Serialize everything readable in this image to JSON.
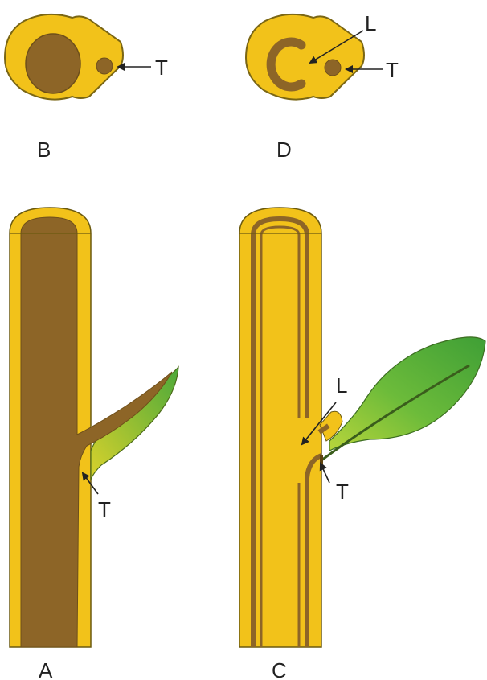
{
  "colors": {
    "stem_yellow": "#f2c21a",
    "outline": "#6b5a10",
    "vascular_brown": "#8c6526",
    "leaf_green": "#45a838",
    "leaf_green_light": "#b7d43a",
    "background": "#ffffff"
  },
  "panels": {
    "b": {
      "letter": "B",
      "trace": "T"
    },
    "d": {
      "letter": "D",
      "gap": "L",
      "trace": "T"
    },
    "a": {
      "letter": "A",
      "trace": "T"
    },
    "c": {
      "letter": "C",
      "gap": "L",
      "trace": "T"
    }
  },
  "icons": [
    "arrow-icon"
  ]
}
